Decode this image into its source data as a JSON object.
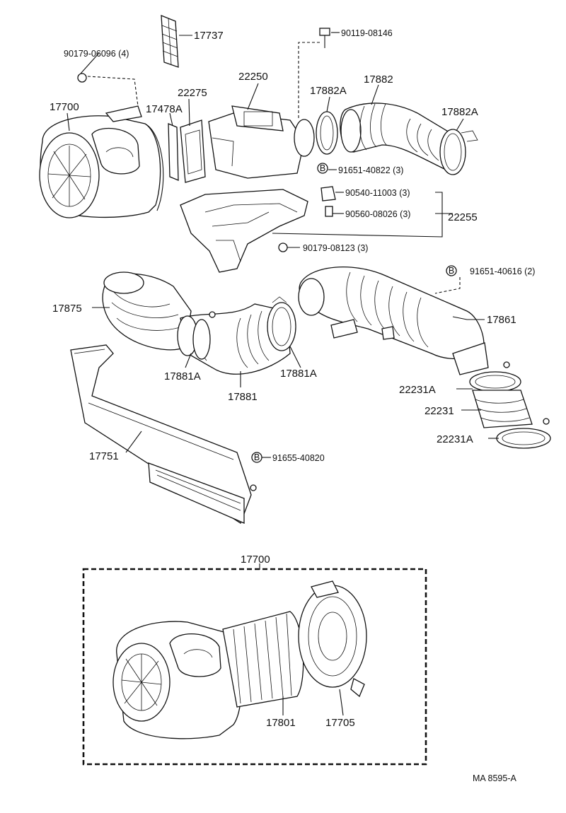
{
  "labels": {
    "p90179_06096": "90179-06096 (4)",
    "p17737": "17737",
    "p90119_08146": "90119-08146",
    "p22250": "22250",
    "p17882": "17882",
    "p17700_top": "17700",
    "p22275": "22275",
    "p17478A": "17478A",
    "p17882A_a": "17882A",
    "p17882A_b": "17882A",
    "p91651_40822": "91651-40822 (3)",
    "p90540_11003": "90540-11003 (3)",
    "p90560_08026": "90560-08026 (3)",
    "p22255": "22255",
    "p90179_08123": "90179-08123 (3)",
    "p91651_40616": "91651-40616 (2)",
    "p17875": "17875",
    "p17861": "17861",
    "p17881A_a": "17881A",
    "p17881A_b": "17881A",
    "p17881": "17881",
    "p22231A_a": "22231A",
    "p22231": "22231",
    "p22231A_b": "22231A",
    "p17751": "17751",
    "p91655_40820": "91655-40820",
    "p17700_box": "17700",
    "p17801": "17801",
    "p17705": "17705",
    "figure_code": "MA  8595-A"
  },
  "markers": {
    "bolt_marker": "B"
  }
}
